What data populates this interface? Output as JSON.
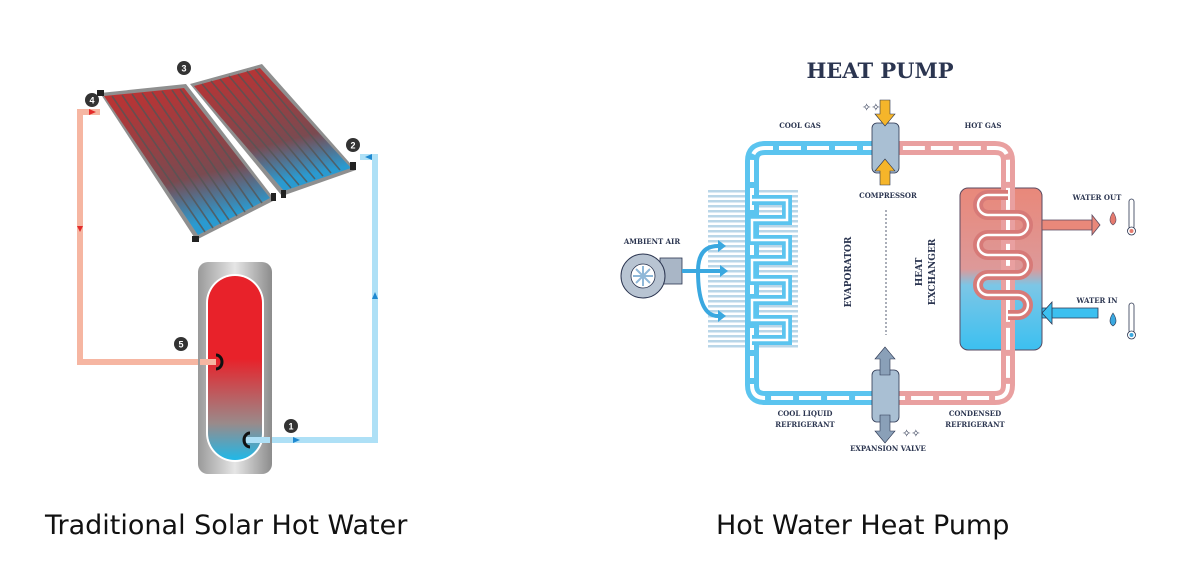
{
  "solar": {
    "caption": "Traditional Solar Hot Water",
    "badges": [
      "1",
      "2",
      "3",
      "4",
      "5"
    ]
  },
  "heat_pump": {
    "caption": "Hot Water Heat Pump",
    "title": "HEAT PUMP",
    "labels": {
      "cool_gas": "COOL GAS",
      "hot_gas": "HOT GAS",
      "compressor": "COMPRESSOR",
      "ambient_air": "AMBIENT AIR",
      "evaporator": "EVAPORATOR",
      "heat": "HEAT",
      "exchanger": "EXCHANGER",
      "water_out": "WATER OUT",
      "water_in": "WATER IN",
      "cool_liquid_1": "COOL LIQUID",
      "cool_liquid_2": "REFRIGERANT",
      "condensed_1": "CONDENSED",
      "condensed_2": "REFRIGERANT",
      "expansion_valve": "EXPANSION VALVE"
    }
  },
  "colors": {
    "hot": "#e8222a",
    "cold": "#2bb6ea",
    "pipe_hot": "#f4b4a0",
    "pipe_cold": "#aee0f6",
    "navy": "#2b3550"
  }
}
